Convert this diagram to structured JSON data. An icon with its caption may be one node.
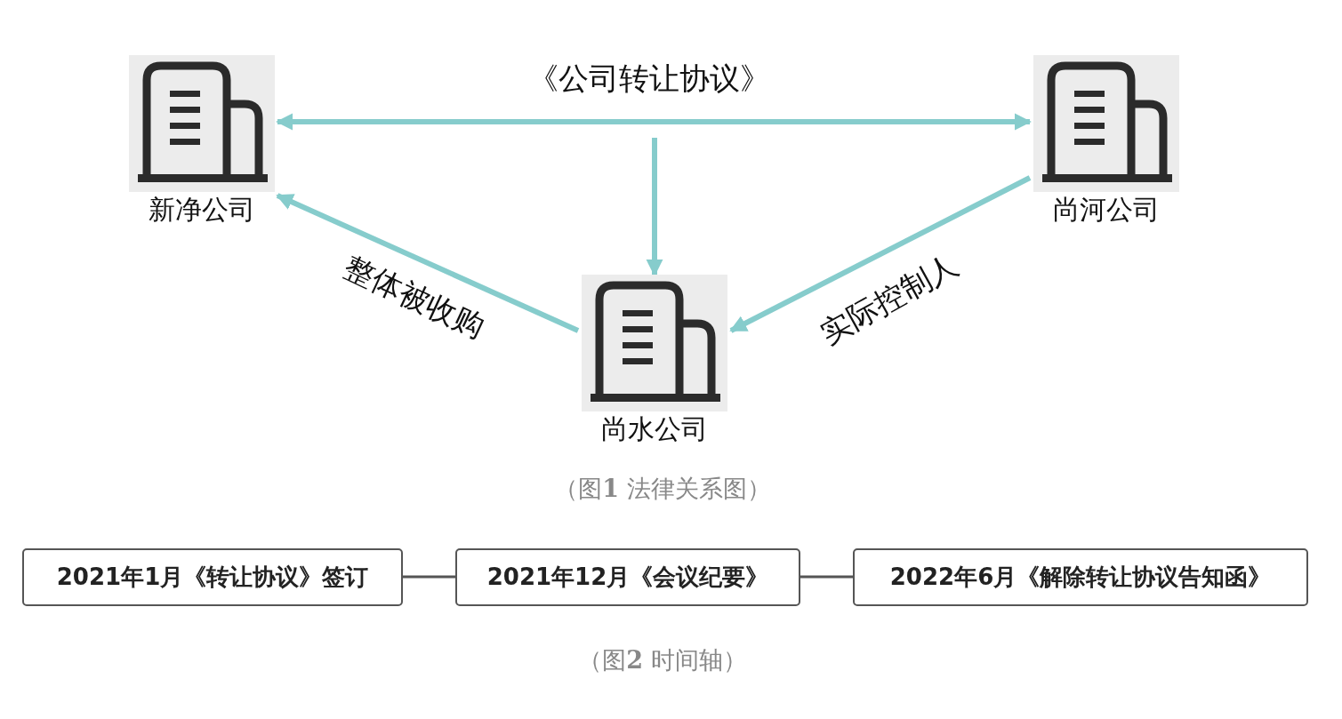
{
  "diagram": {
    "nodes": [
      {
        "text": [
          "新净公司"
        ]
      },
      {
        "text": [
          "尚河公司"
        ]
      },
      {
        "text": [
          "尚水公司"
        ]
      },
      {
        "text": [
          "2021年1月《转让协议》签订"
        ]
      },
      {
        "text": [
          "2021年12月《会议纪要》"
        ]
      },
      {
        "text": [
          "2022年6月《解除转让协议告知函》"
        ]
      }
    ],
    "edges": [
      {
        "from": 0,
        "to": 1,
        "arrow": "both",
        "label": "《公司转让协议》"
      },
      {
        "from": null,
        "to": 2,
        "arrow": "to"
      },
      {
        "from": 2,
        "to": 0,
        "arrow": "to",
        "label": "整体被收购"
      },
      {
        "from": 1,
        "to": 2,
        "arrow": "to",
        "label": "实际控制人"
      },
      {
        "from": 3,
        "to": 4,
        "arrow": "none",
        "color": "#555555"
      },
      {
        "from": 4,
        "to": 5,
        "arrow": "none",
        "color": "#555555"
      }
    ],
    "labels": [
      "（图**1** 法律关系图）",
      "（图**2** 时间轴）"
    ]
  }
}
